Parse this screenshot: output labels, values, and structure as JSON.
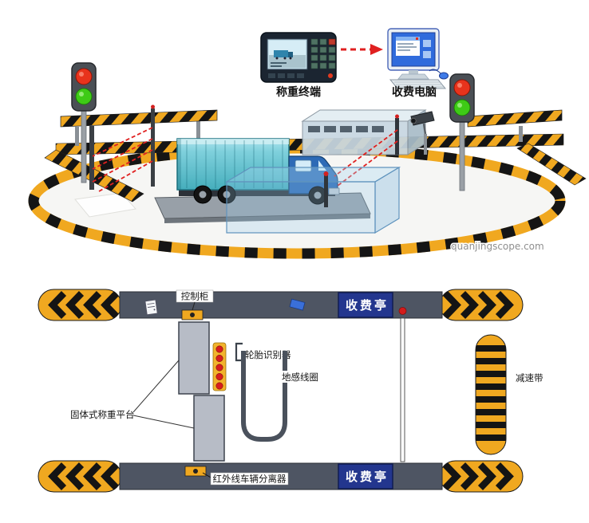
{
  "top_scene": {
    "weighing_terminal_label": "称重终端",
    "toll_computer_label": "收费电脑",
    "watermark": "quanjingscope.com"
  },
  "plan_view": {
    "control_cabinet_label": "控制柜",
    "toll_booth_top_label": "收费亭",
    "toll_booth_bottom_label": "收费亭",
    "tire_identifier_label": "轮胎识别器",
    "ground_coil_label": "地感线圈",
    "weighing_platform_label": "固体式称重平台",
    "infrared_separator_label": "红外线车辆分离器",
    "speed_bump_label": "减速带"
  },
  "colors": {
    "hazard_yellow": "#f0a820",
    "stripe_black": "#151515",
    "bar_dark": "#4e5563",
    "booth_blue": "#23368e",
    "laser_red": "#e02020",
    "truck_teal": "#57bcc8",
    "cab_blue": "#2d6ab6"
  }
}
